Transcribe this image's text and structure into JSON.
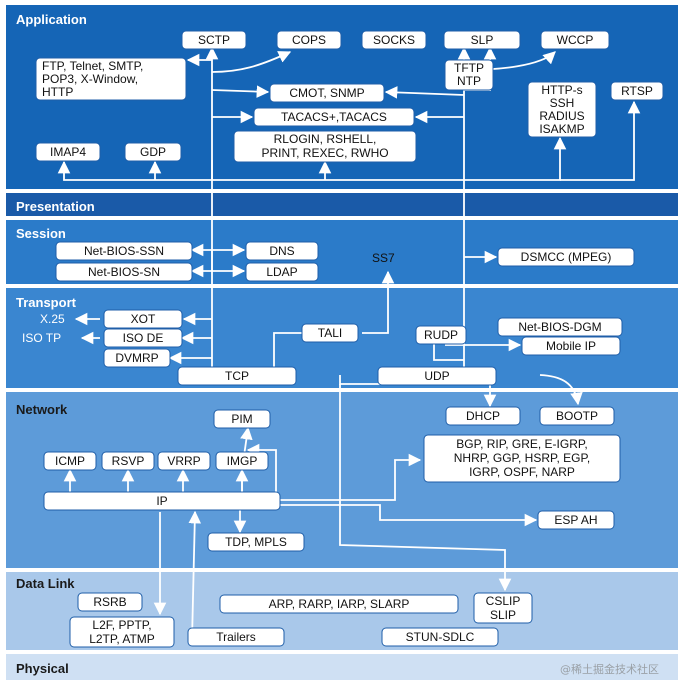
{
  "colors": {
    "deep": "#1565b6",
    "mid": "#2b7bc9",
    "light": "#5d9bd9",
    "pale": "#cfe0f3",
    "band": "#1a5aa8",
    "line": "#ffffff",
    "box_fill": "#ffffff",
    "box_stroke": "#1f5ea8"
  },
  "layers": {
    "application": "Application",
    "presentation": "Presentation",
    "session": "Session",
    "transport": "Transport",
    "network": "Network",
    "datalink": "Data Link",
    "physical": "Physical"
  },
  "protocols": {
    "sctp": "SCTP",
    "cops": "COPS",
    "socks": "SOCKS",
    "slp": "SLP",
    "wccp": "WCCP",
    "ftp_group": [
      "FTP, Telnet, SMTP,",
      "POP3, X-Window,",
      "HTTP"
    ],
    "tftp_ntp": [
      "TFTP",
      "NTP"
    ],
    "cmot_snmp": "CMOT, SNMP",
    "tacacs": "TACACS+,TACACS",
    "http_s_group": [
      "HTTP-s",
      "SSH",
      "RADIUS",
      "ISAKMP"
    ],
    "rtsp": "RTSP",
    "imap4": "IMAP4",
    "gdp": "GDP",
    "rlogin_group": [
      "RLOGIN, RSHELL,",
      "PRINT, REXEC, RWHO"
    ],
    "netbios_ssn": "Net-BIOS-SSN",
    "dns": "DNS",
    "ss7": "SS7",
    "dsmcc": "DSMCC (MPEG)",
    "netbios_sn": "Net-BIOS-SN",
    "ldap": "LDAP",
    "x25": "X.25",
    "xot": "XOT",
    "tali": "TALI",
    "rudp": "RUDP",
    "netbios_dgm": "Net-BIOS-DGM",
    "iso_tp": "ISO TP",
    "iso_de": "ISO DE",
    "mobile_ip": "Mobile IP",
    "dvmrp": "DVMRP",
    "tcp": "TCP",
    "udp": "UDP",
    "dhcp": "DHCP",
    "bootp": "BOOTP",
    "pim": "PIM",
    "icmp": "ICMP",
    "rsvp": "RSVP",
    "vrrp": "VRRP",
    "imgp": "IMGP",
    "routing_group": [
      "BGP, RIP, GRE, E-IGRP,",
      "NHRP, GGP, HSRP, EGP,",
      "IGRP, OSPF, NARP"
    ],
    "ip": "IP",
    "esp_ah": "ESP AH",
    "tdp_mpls": "TDP, MPLS",
    "rsrb": "RSRB",
    "arp_group": "ARP, RARP, IARP, SLARP",
    "cslip_slip": [
      "CSLIP",
      "SLIP"
    ],
    "l2f_group": [
      "L2F, PPTP,",
      "L2TP, ATMP"
    ],
    "trailers": "Trailers",
    "stun_sdlc": "STUN-SDLC"
  },
  "watermark": "@稀土掘金技术社区"
}
